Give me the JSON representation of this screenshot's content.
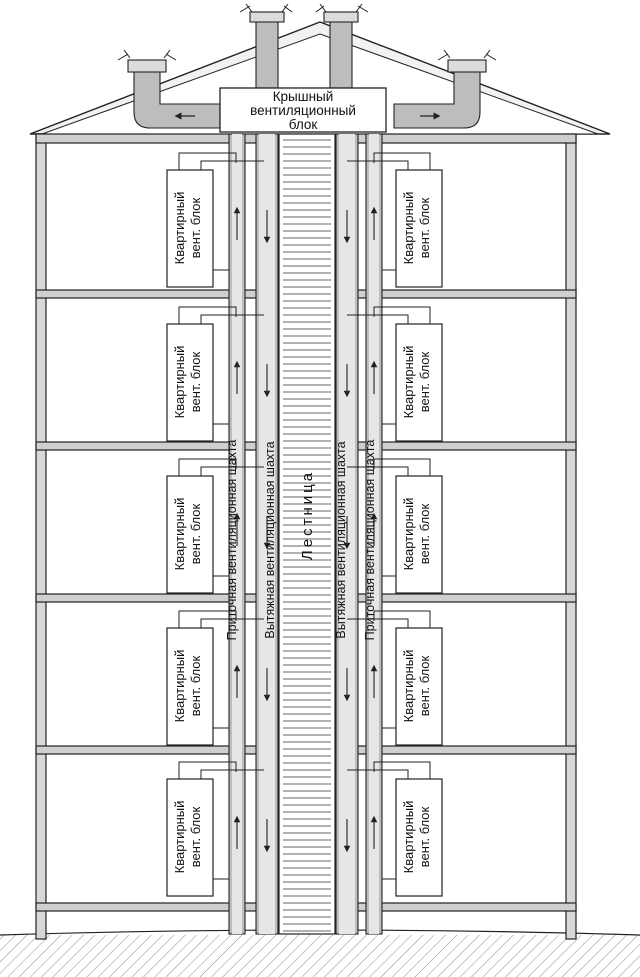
{
  "roof_unit": {
    "line1": "Крышный",
    "line2": "вентиляционный",
    "line3": "блок"
  },
  "apartment_unit": {
    "line1": "Квартирный",
    "line2": "вент. блок"
  },
  "shafts": {
    "left_outer": "Приточная вентиляционная шахта",
    "left_inner": "Вытяжная вентиляционная шахта",
    "right_inner": "Вытяжная вентиляционная шахта",
    "right_outer": "Приточная вентиляционная шахта"
  },
  "stairwell": {
    "label": "Лестница"
  },
  "floors": 5
}
